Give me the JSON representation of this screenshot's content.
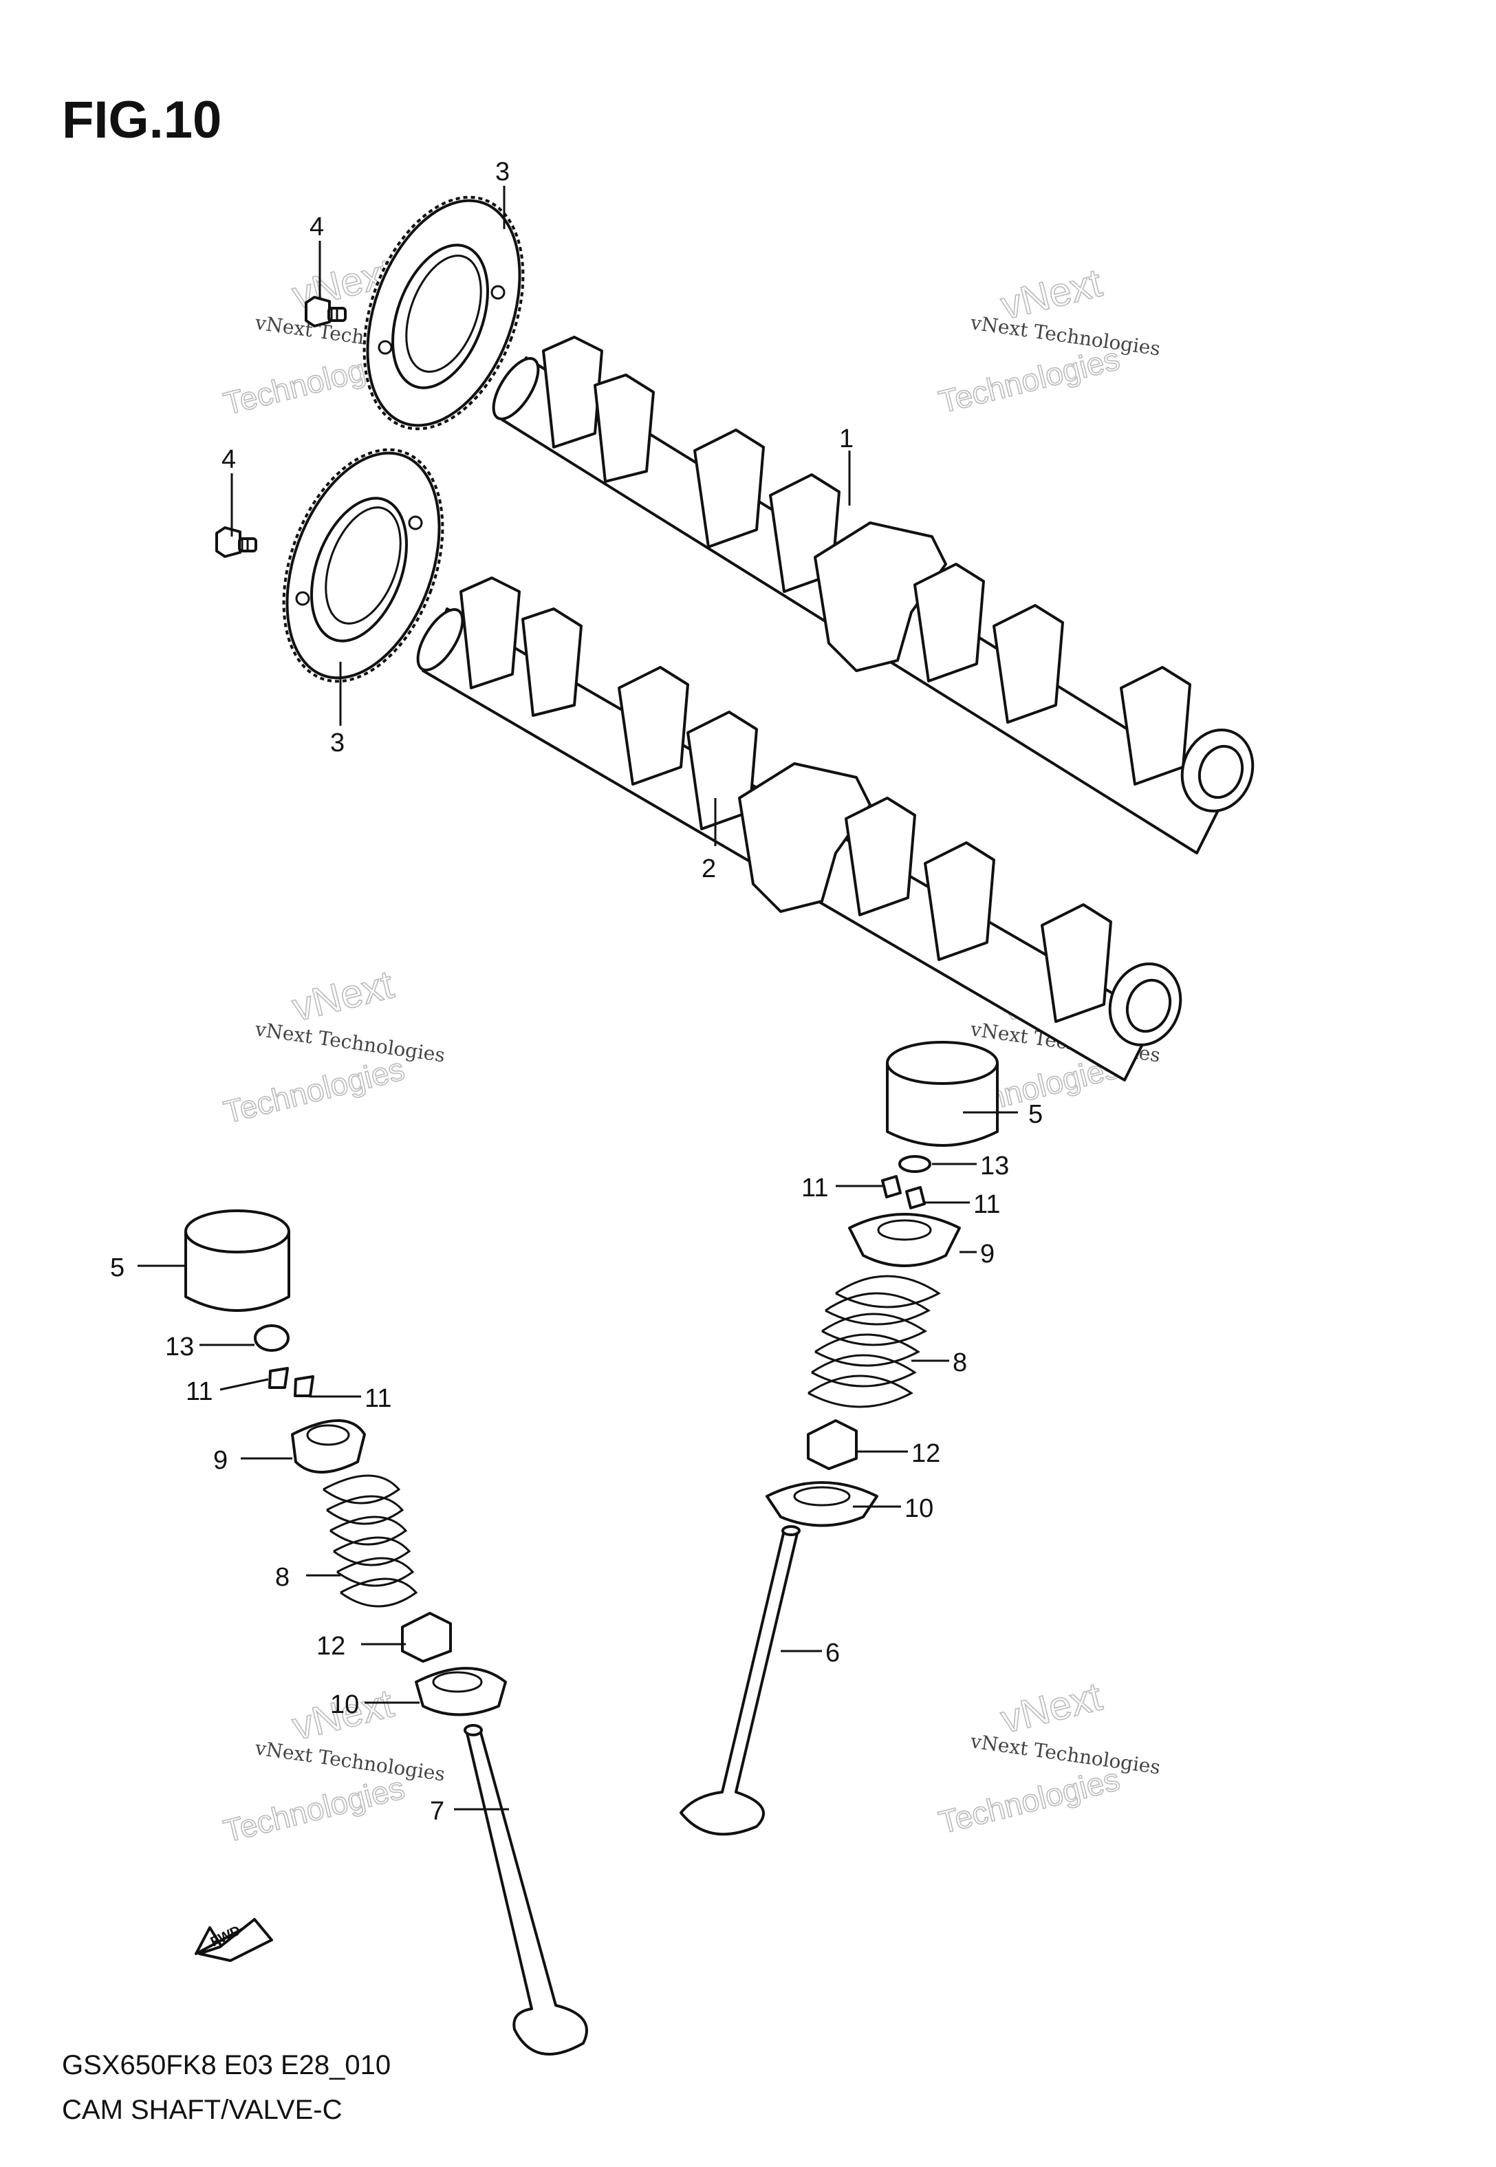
{
  "figure": {
    "title": "FIG.10",
    "model_code": "GSX650FK8 E03 E28_010",
    "caption": "CAM SHAFT/VALVE-C"
  },
  "watermark": {
    "line1": "vNext Technologies",
    "line2a": "vNext",
    "line2b": "Technologies"
  },
  "fwd_label": "FWD",
  "callouts": {
    "c1": "1",
    "c2": "2",
    "c3a": "3",
    "c3b": "3",
    "c4a": "4",
    "c4b": "4",
    "c5a": "5",
    "c5b": "5",
    "c6": "6",
    "c7": "7",
    "c8a": "8",
    "c8b": "8",
    "c9a": "9",
    "c9b": "9",
    "c10a": "10",
    "c10b": "10",
    "c11a": "11",
    "c11b": "11",
    "c11c": "11",
    "c11d": "11",
    "c12a": "12",
    "c12b": "12",
    "c13a": "13",
    "c13b": "13"
  }
}
